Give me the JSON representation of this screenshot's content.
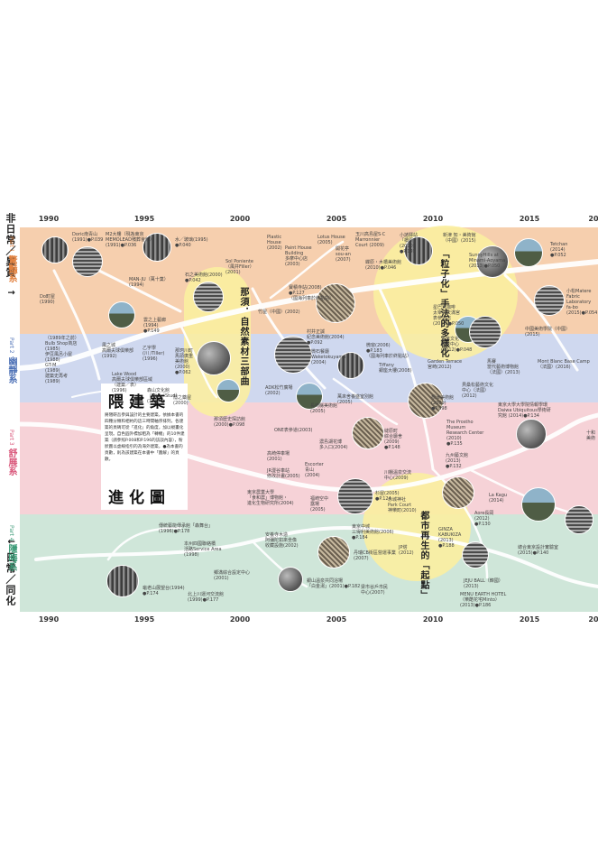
{
  "axis": {
    "years": [
      "1990",
      "1995",
      "2000",
      "2005",
      "2010",
      "2015",
      "20"
    ],
    "top_label": "非日常／異質",
    "bottom_label": "日常／同化"
  },
  "parts": [
    {
      "no": "Part 1",
      "name": "驚豔系",
      "color": "#e2813f",
      "fill": "#f6cfae"
    },
    {
      "no": "Part 2",
      "name": "幽靜系",
      "color": "#4b6fb5",
      "fill": "#cfd8ef"
    },
    {
      "no": "Part 3",
      "name": "舒展系",
      "color": "#d9567a",
      "fill": "#f6d2d7"
    },
    {
      "no": "Part 4",
      "name": "隱晦系",
      "color": "#3e9b78",
      "fill": "#cfe6d9"
    }
  ],
  "themes": [
    {
      "text": "那須．自然素材三部曲"
    },
    {
      "text": "「粒子化」手法的多樣化"
    },
    {
      "text": "都市再生的「起點」"
    }
  ],
  "title": {
    "main": "隈建築",
    "sub": "進化圖",
    "desc": "將隈研吾參與設計的主要建築，依據本書的四種分類和相約的這三時間軸序排列，各建築的頁碼可從「進化」的角度，加以規畫化呈現。自色圓外標加粗為「轉機」的10件建築（請參照P.008和P.196的訪談內容），粉狀圖以虛線指引的為海外建築，●為本書的頁數，則為該建築在本書中「圖解」的頁數。"
  },
  "items": [
    {
      "text": "Doric南青山\n(1991)●P.039"
    },
    {
      "text": "M2大樓（現為東京\nMEMOLEAD殯葬會館）\n(1991)●P.036"
    },
    {
      "text": "水／玻璃(1995)\n●P.040"
    },
    {
      "text": "MAN-JU（萬十菓）\n(1994)"
    },
    {
      "text": "Do町屋\n(1990)"
    },
    {
      "text": "龜老山展望台(1994)\n●P.174"
    },
    {
      "text": "（1989年之前）\nBulb Shop商店\n(1985)\n伊豆風呂小屋\n(1988)\nGT-M\n(1989)\n建築史再考\n(1989)"
    },
    {
      "text": "風之城\n高爾夫球俱樂部\n(1992)"
    },
    {
      "text": "雲之上藝廊\n(1994)\n●P.149"
    },
    {
      "text": "Lake Wood\n高爾夫球俱樂部區域\n（建築／表）\n(1996)"
    },
    {
      "text": "乙宇學\n(川 /Tiller)\n(1996)"
    },
    {
      "text": "森山文化館\n（森山／Stud）\n(1999)"
    },
    {
      "text": "隱之藥屋\n(2000)"
    },
    {
      "text": "那珂川町\n馬頭廣重\n美術館\n(2000)\n●P.062"
    },
    {
      "text": "石之美術館(2000)\n●P.042"
    },
    {
      "text": "Sol Poniente\n（風井Filler）\n(2001)"
    },
    {
      "text": "那須歷史探訪館\n(2000)●P.098"
    },
    {
      "text": "傳統藝能傳承館「森舞台」\n(1996)●P.178"
    },
    {
      "text": "本州四國聯絡橋\n活路Service Area\n(1998)"
    },
    {
      "text": "鄉滿綜合設定中心\n(2001)"
    },
    {
      "text": "北上川運河交流館\n(1999)●P.177"
    },
    {
      "text": "Plastic\nHouse\n(2002)"
    },
    {
      "text": "Paint House\nBuilding\n多摩中心店\n(2003)"
    },
    {
      "text": "Lotus House\n(2005)"
    },
    {
      "text": "竹屋（中國）(2002)"
    },
    {
      "text": "寶積寺站(2008)\n●P.127\n（國海列車於終點站）"
    },
    {
      "text": "ADK松竹廣場\n(2002)"
    },
    {
      "text": "村井正誠\n紀念美術館(2004)\n●P.092"
    },
    {
      "text": "微石餐廳\nWaketokuyama\n(2004)"
    },
    {
      "text": "高崎停車場\n(2001)"
    },
    {
      "text": "JR澀谷車站\n修改計畫(2005)"
    },
    {
      "text": "ONE表參道(2003)"
    },
    {
      "text": "長崎縣美術館\n(2005)"
    },
    {
      "text": "東京農業大學\n「食和農」博物館・\n進化生物研究所(2004)"
    },
    {
      "text": "Escorter\n青山\n(2004)"
    },
    {
      "text": "福崎空中\n露場\n(2005)"
    },
    {
      "text": "濃島湖花博\n多入口(2004)"
    },
    {
      "text": "安養寺木造\n阿彌陀如來坐像\n收藏設施(2002)"
    },
    {
      "text": "銀山溫泉共同浴場\n「白金湯」(2001)●P.182"
    },
    {
      "text": "東京中城\n三得利美術館(2006)\n●P.184"
    },
    {
      "text": "丹瑞CB街區營運事業\n(2007)"
    },
    {
      "text": "梁市谷戶市民\n中心(2007)"
    },
    {
      "text": "開花亭\nsou-an\n(2007)"
    },
    {
      "text": "玉川高島屋S·C\nMarronnier\nCourt (2009)"
    },
    {
      "text": "蝶原・木橋美術館\n(2010)●P.046"
    },
    {
      "text": "小諸驛站\n「橋原」\n(2010)\n●P.149"
    },
    {
      "text": "微窗(2006)\n●P.183\n（國海列車於終點站）"
    },
    {
      "text": "萬來舍養盛室別館\n(2005)"
    },
    {
      "text": "杉屋(2005)\n●P.124"
    },
    {
      "text": "Tiffany\n銀座大樓(2008)"
    },
    {
      "text": "Garden Terrace\n宮崎(2012)"
    },
    {
      "text": "根津美術館\n(2009)\n●P.098"
    },
    {
      "text": "縫原町\n綜合廳舍\n(2009)\n●P.148"
    },
    {
      "text": "The Prostho\nMuseum\nResearch Center\n(2010)\n●P.135"
    },
    {
      "text": "九州藝文館\n(2013)\n●P.132"
    },
    {
      "text": "川棚溫泉交流\n中心(2009)"
    },
    {
      "text": "赤城神社\nPark Court\n神樂町(2010)"
    },
    {
      "text": "GINZA\nKABUKIZA\n(2013)\n●P.188"
    },
    {
      "text": "JP塔\n(2012)"
    },
    {
      "text": "Aore長岡\n(2012)\n●P.130"
    },
    {
      "text": "JEJU BALL（韓國）\n(2013)"
    },
    {
      "text": "MENU EARTH HOTEL\n（樂酷花宅Minto）\n(2013)●P.186"
    },
    {
      "text": "新津 知・美術館\n（中國）(2015)"
    },
    {
      "text": "SunnyHills at\nMinami-Aoyama\n(2013)●P.050"
    },
    {
      "text": "星巴克咖啡\n太宰府天滿宮\n表參道店\n(2011)●P.050"
    },
    {
      "text": "溫萃文化\n觀光中心\n(2012)●P.048"
    },
    {
      "text": "馬賽\n當代藝術博物館\n（法國）(2013)"
    },
    {
      "text": "貝桑松藝術文化\n中心（法國）\n(2012)"
    },
    {
      "text": "Tetchan\n(2014)\n●P.052"
    },
    {
      "text": "小松Matere\nFabric\nLaboratory\nfa-bo\n(2015)●P.054"
    },
    {
      "text": "中國美術學院（中國）\n(2015)"
    },
    {
      "text": "Mont Blanc Base Camp\n（法國）(2016)"
    },
    {
      "text": "東京大學大學院情報學環\nDaiwa Ubiquitous學術研\n究館 (2014)●P.134"
    },
    {
      "text": "十和\n美術"
    },
    {
      "text": "La Kagu\n(2014)"
    },
    {
      "text": "總合東京設計實驗室\n(2015)●P.140"
    }
  ]
}
